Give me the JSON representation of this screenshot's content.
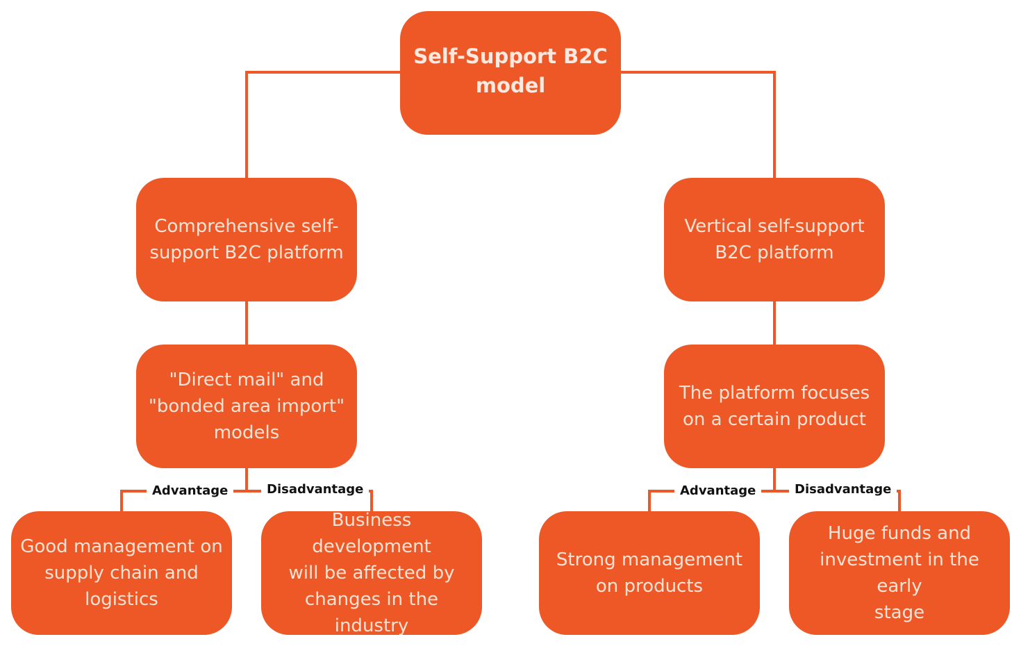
{
  "colors": {
    "node_fill": "#ee5826",
    "connector": "#ee5826",
    "node_text": "#fbe3d6",
    "label_text": "#111111"
  },
  "root": {
    "line1": "Self-Support B2C",
    "line2": "model"
  },
  "left": {
    "platform": {
      "line1": "Comprehensive self-",
      "line2": "support B2C platform"
    },
    "model": {
      "line1": "\"Direct mail\" and",
      "line2": "\"bonded area import\"",
      "line3": "models"
    },
    "advantage_label": "Advantage",
    "disadvantage_label": "Disadvantage",
    "advantage": {
      "line1": "Good management on",
      "line2": "supply chain and",
      "line3": "logistics"
    },
    "disadvantage": {
      "line1": "Business development",
      "line2": "will be affected by",
      "line3": "changes in the industry"
    }
  },
  "right": {
    "platform": {
      "line1": "Vertical self-support",
      "line2": "B2C platform"
    },
    "model": {
      "line1": "The platform focuses",
      "line2": "on a certain product"
    },
    "advantage_label": "Advantage",
    "disadvantage_label": "Disadvantage",
    "advantage": {
      "line1": "Strong management",
      "line2": "on products"
    },
    "disadvantage": {
      "line1": "Huge funds and",
      "line2": "investment in the early",
      "line3": "stage"
    }
  }
}
